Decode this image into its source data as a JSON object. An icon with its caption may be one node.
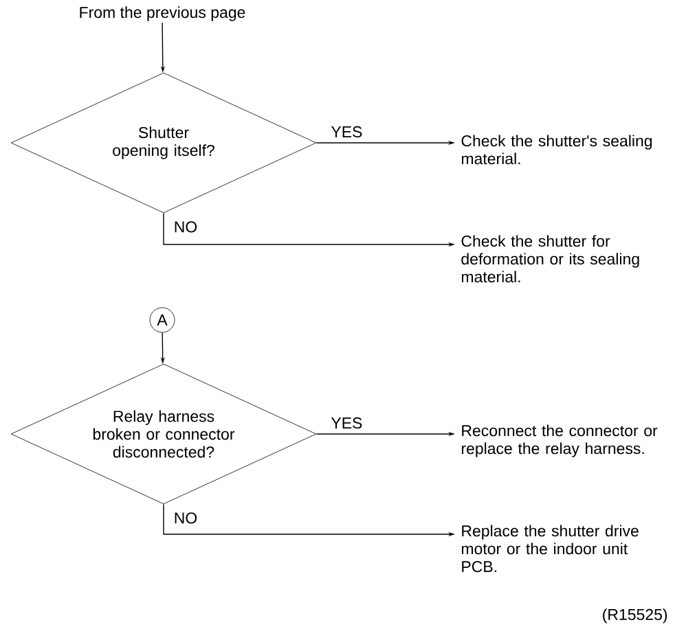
{
  "diagram": {
    "nodes": [
      {
        "text": [
          "From the previous page"
        ]
      },
      {
        "text": [
          "Shutter opening itself?"
        ]
      },
      {
        "text": [
          "Check the shutter's sealing material."
        ]
      },
      {
        "text": [
          "Check the shutter for deformation or its sealing material."
        ]
      },
      {
        "text": [
          "A"
        ]
      },
      {
        "text": [
          "Relay harness broken or connector disconnected?"
        ]
      },
      {
        "text": [
          "Reconnect the connector or replace the relay harness."
        ]
      },
      {
        "text": [
          "Replace the shutter drive motor or the indoor unit PCB."
        ]
      }
    ],
    "edges": [
      {
        "from": 0,
        "to": 1,
        "arrow": "to"
      },
      {
        "from": 1,
        "to": 2,
        "arrow": "to",
        "label": "YES"
      },
      {
        "from": 1,
        "to": 3,
        "arrow": "to",
        "label": "NO"
      },
      {
        "from": 4,
        "to": 5,
        "arrow": "to"
      },
      {
        "from": 5,
        "to": 6,
        "arrow": "to",
        "label": "YES"
      },
      {
        "from": 5,
        "to": 7,
        "arrow": "to",
        "label": "NO"
      }
    ],
    "labels": [
      "(R15525)"
    ]
  }
}
